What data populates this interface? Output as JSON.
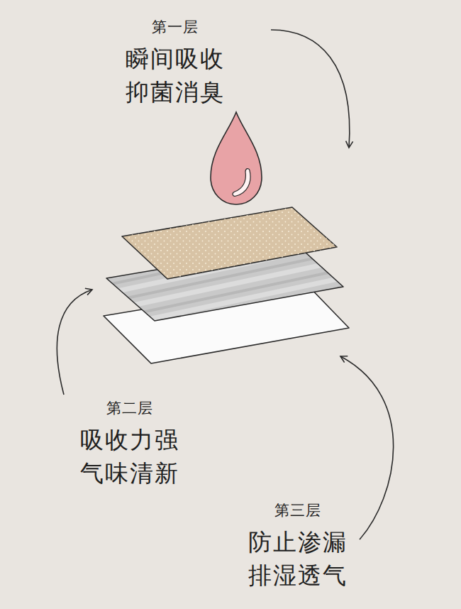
{
  "diagram": {
    "labels": [
      "第一层",
      "瞬间吸收 抑菌消臭",
      "第二层",
      "吸收力强 气味清新",
      "第三层",
      "防止渗漏 排湿透气"
    ]
  }
}
